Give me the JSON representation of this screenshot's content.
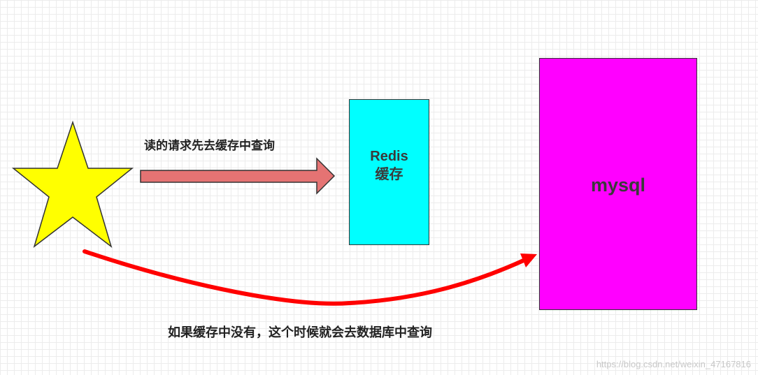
{
  "diagram": {
    "redis_box": {
      "line1": "Redis",
      "line2": "缓存",
      "fill": "#00ffff"
    },
    "mysql_box": {
      "label": "mysql",
      "fill": "#ff00ff"
    },
    "star": {
      "fill": "#ffff00"
    },
    "read_arrow": {
      "label": "读的请求先去缓存中查询",
      "fill": "#e57373"
    },
    "miss_arrow": {
      "label": "如果缓存中没有，这个时候就会去数据库中查询",
      "color": "#ff0000"
    },
    "watermark": "https://blog.csdn.net/weixin_47167816"
  }
}
